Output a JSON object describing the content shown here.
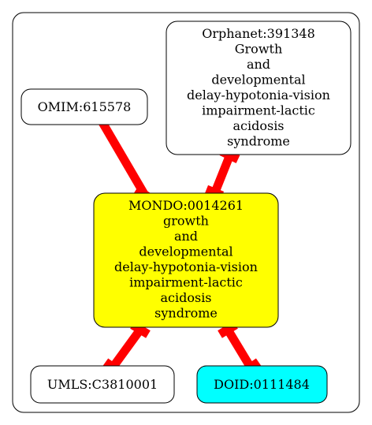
{
  "colors": {
    "edge": "#ff0000",
    "center_fill": "#ffff00",
    "doid_fill": "#00ffff",
    "default_fill": "#ffffff",
    "border": "#000000"
  },
  "nodes": {
    "omim": {
      "lines": [
        "OMIM:615578"
      ]
    },
    "orphanet": {
      "lines": [
        "Orphanet:391348",
        "Growth",
        "and",
        "developmental",
        "delay-hypotonia-vision",
        "impairment-lactic",
        "acidosis",
        "syndrome"
      ]
    },
    "mondo": {
      "lines": [
        "MONDO:0014261",
        "growth",
        "and",
        "developmental",
        "delay-hypotonia-vision",
        "impairment-lactic",
        "acidosis",
        "syndrome"
      ]
    },
    "umls": {
      "lines": [
        "UMLS:C3810001"
      ]
    },
    "doid": {
      "lines": [
        "DOID:0111484"
      ]
    }
  },
  "edges": [
    {
      "from": "omim",
      "to": "mondo"
    },
    {
      "from": "orphanet",
      "to": "mondo"
    },
    {
      "from": "mondo",
      "to": "umls"
    },
    {
      "from": "mondo",
      "to": "doid"
    }
  ]
}
